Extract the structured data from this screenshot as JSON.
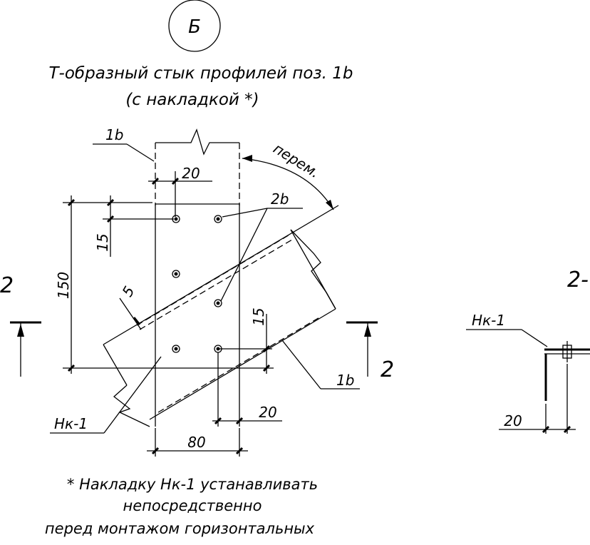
{
  "view_marker": "Б",
  "title_line1": "Т-образный стык профилей поз. 1b",
  "title_line2": "(с накладкой *)",
  "labels": {
    "profile_top": "1b",
    "profile_bottom": "1b",
    "bolt": "2b",
    "pad": "Нк-1",
    "perem": "перем.",
    "section_left": "2",
    "section_right": "2",
    "detail_title": "2-",
    "detail_pad": "Нк-1"
  },
  "dimensions": {
    "d_top": "20",
    "d_15_left": "15",
    "d_150": "150",
    "d_5": "5",
    "d_15_right": "15",
    "d_20_bottom": "20",
    "d_80": "80",
    "detail_20": "20"
  },
  "footnote": {
    "line1": "* Накладку Нк-1 устанавливать",
    "line2": "непосредственно",
    "line3": "перед монтажом горизонтальных"
  }
}
